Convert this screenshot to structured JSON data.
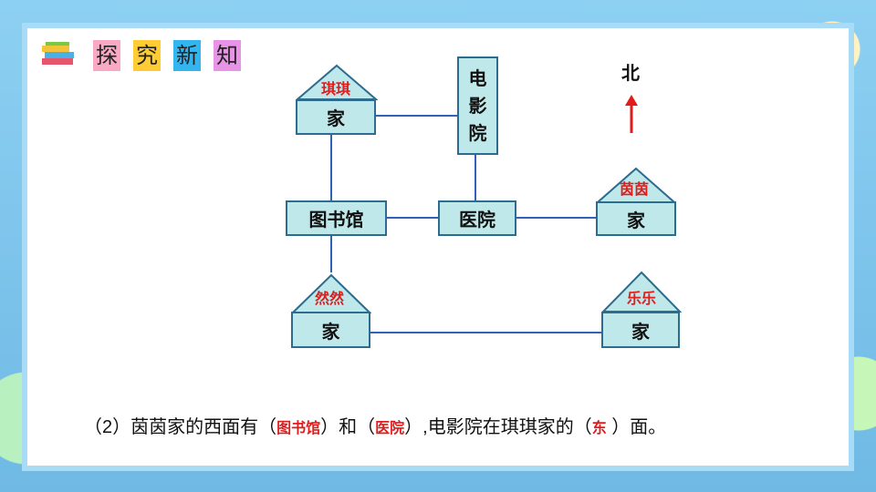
{
  "header": {
    "title_chars": [
      "探",
      "究",
      "新",
      "知"
    ],
    "title_colors": [
      "#f9a9c4",
      "#ffcc33",
      "#33b6f0",
      "#e793e6"
    ]
  },
  "diagram": {
    "north_label": "北",
    "nodes": {
      "qiqi_home": "家",
      "cinema": "电影院",
      "library": "图书馆",
      "hospital": "医院",
      "yinyin_home": "家",
      "ranran_home": "家",
      "lele_home": "家"
    },
    "roof_labels": {
      "qiqi": "琪琪",
      "yinyin": "茵茵",
      "ranran": "然然",
      "lele": "乐乐"
    }
  },
  "question": {
    "prefix": "（2）茵茵家的西面有（",
    "ans1": "图书馆",
    "mid1": "）和（",
    "ans2": "医院",
    "mid2": "）,电影院在琪琪家的（",
    "ans3": "东",
    "suffix": "  ）面。"
  }
}
